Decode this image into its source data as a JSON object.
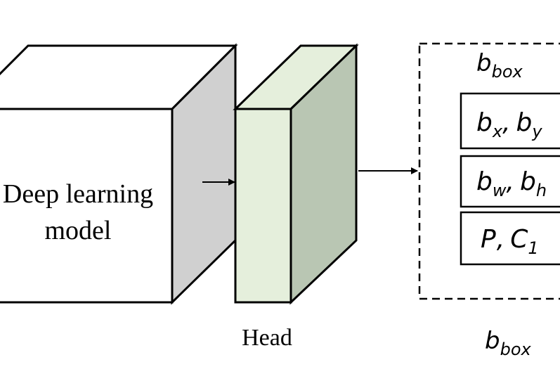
{
  "diagram": {
    "model_label_line1": "Deep learning",
    "model_label_line2": "model",
    "head_label": "Head",
    "output_box": {
      "title_base": "b",
      "title_sub": "box",
      "rows": [
        {
          "a": "b",
          "a_sub": "x",
          "sep": ",",
          "b": "b",
          "b_sub": "y"
        },
        {
          "a": "b",
          "a_sub": "w",
          "sep": ",",
          "b": "b",
          "b_sub": "h"
        },
        {
          "a": "P",
          "a_sub": "",
          "sep": ",",
          "b": "C",
          "b_sub": "1"
        }
      ]
    },
    "bottom_label_base": "b",
    "bottom_label_sub": "box",
    "colors": {
      "model_front": "#ffffff",
      "model_side": "#d0d0d0",
      "head_front": "#e5efdc",
      "head_side": "#b9c6b3",
      "stroke": "#000000"
    }
  }
}
